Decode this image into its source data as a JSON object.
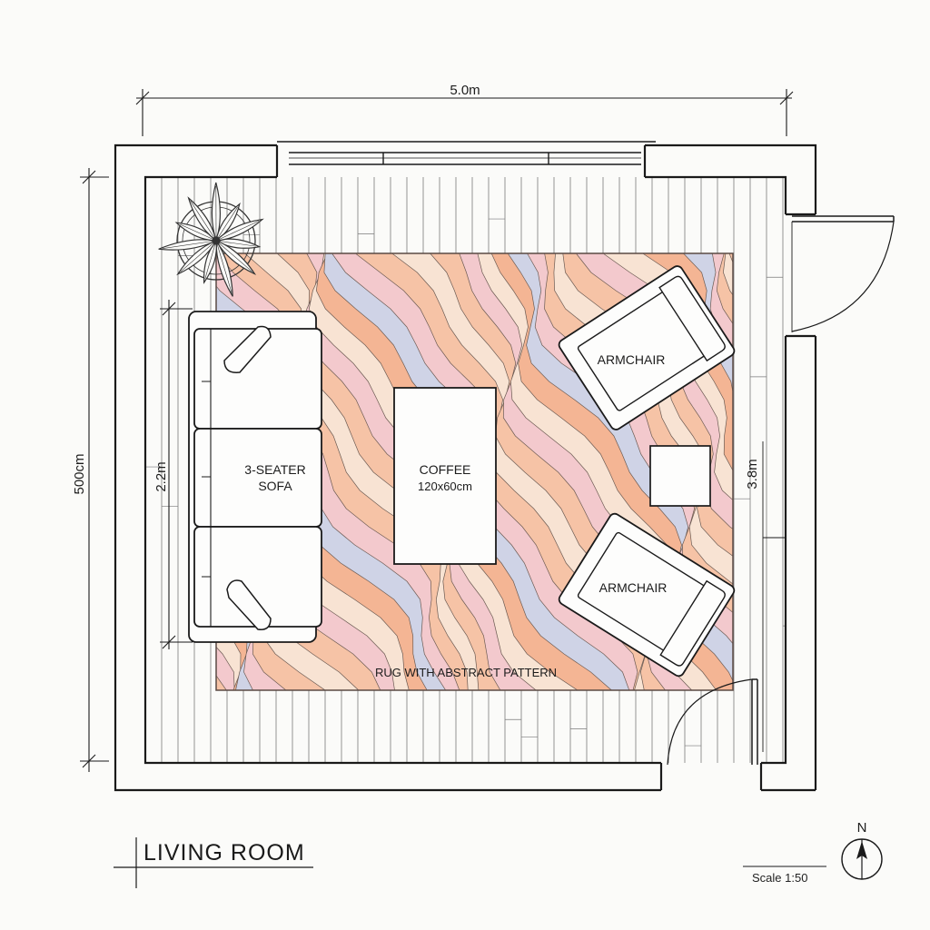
{
  "title": "LIVING ROOM",
  "scale": "Scale 1:50",
  "north": "N",
  "dimensions": {
    "top_width": "5.0m",
    "left_height": "500cm",
    "sofa_length": "2.2m",
    "right_height": "3.8m"
  },
  "furniture": {
    "sofa": {
      "line1": "3-SEATER",
      "line2": "SOFA"
    },
    "coffee_table": {
      "line1": "COFFEE",
      "line2": "120x60cm"
    },
    "armchair_top": "ARMCHAIR",
    "armchair_bottom": "ARMCHAIR",
    "rug": "RUG WITH ABSTRACT PATTERN"
  },
  "colors": {
    "line": "#1a1a1a",
    "floor_line": "#7a7a7a",
    "rug_peach": "#f6c3a6",
    "rug_pink": "#f3c9cd",
    "rug_orange": "#f4b594",
    "rug_lavender": "#cfd3e6",
    "rug_cream": "#f8e3d3",
    "plant": "#333333"
  }
}
